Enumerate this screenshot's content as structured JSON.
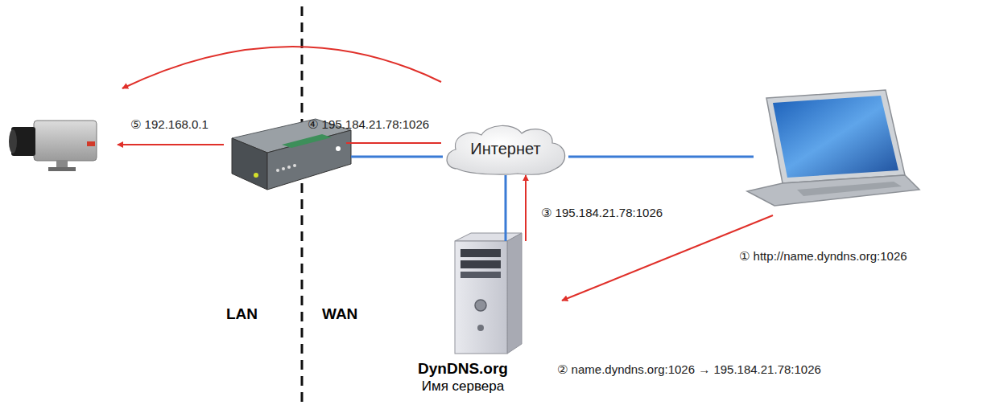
{
  "diagram": {
    "nodes": [
      {
        "text": [
          "Интернет"
        ]
      },
      {
        "text": [
          "DynDNS.org",
          "Имя сервера"
        ]
      }
    ],
    "edges": [
      {
        "from": 1,
        "to": 0,
        "arrow": "none"
      },
      {
        "from": 1,
        "to": 0,
        "label": "③ 195.184.21.78:1026",
        "arrow": "to"
      }
    ],
    "labels": [
      "⑤ 192.168.0.1",
      "④ 195.184.21.78:1026",
      "① http://name.dyndns.org:1026",
      "② name.dyndns.org:1026 → 195.184.21.78:1026",
      "LAN",
      "WAN"
    ]
  }
}
